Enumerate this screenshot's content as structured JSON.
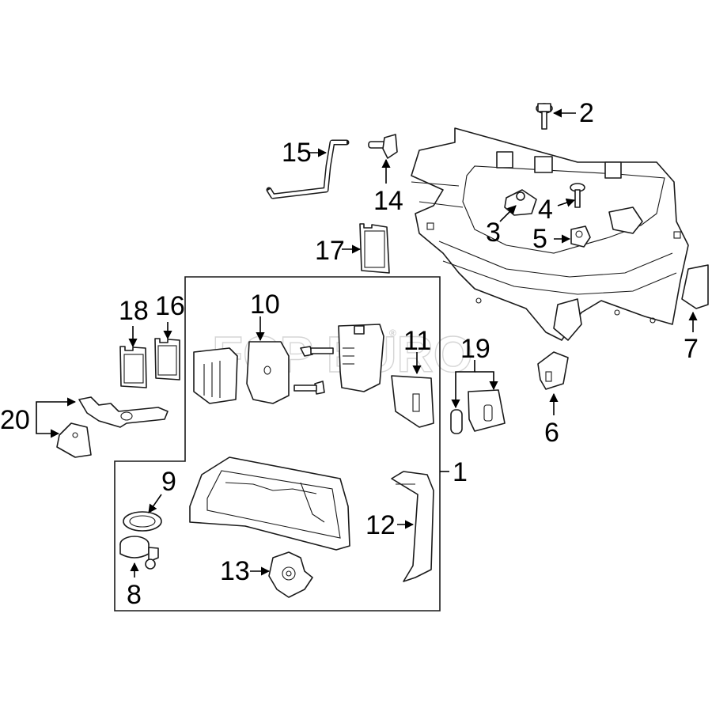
{
  "diagram": {
    "type": "exploded-parts-diagram",
    "subject": "Headlamp assembly and mounting components",
    "watermark": {
      "text": "FCP EURO",
      "registered_mark": "®"
    },
    "group_bracket_label": "1",
    "callouts": [
      {
        "id": "1",
        "label": "1",
        "part": "headlamp-assembly-group"
      },
      {
        "id": "2",
        "label": "2",
        "part": "upper-bolt"
      },
      {
        "id": "3",
        "label": "3",
        "part": "clip-nut"
      },
      {
        "id": "4",
        "label": "4",
        "part": "mounting-bolt"
      },
      {
        "id": "5",
        "label": "5",
        "part": "nut"
      },
      {
        "id": "6",
        "label": "6",
        "part": "lower-bracket"
      },
      {
        "id": "7",
        "label": "7",
        "part": "side-bracket"
      },
      {
        "id": "8",
        "label": "8",
        "part": "bulb-socket"
      },
      {
        "id": "9",
        "label": "9",
        "part": "seal-ring"
      },
      {
        "id": "10",
        "label": "10",
        "part": "cover"
      },
      {
        "id": "11",
        "label": "11",
        "part": "control-module-bracket"
      },
      {
        "id": "12",
        "label": "12",
        "part": "side-trim"
      },
      {
        "id": "13",
        "label": "13",
        "part": "leveling-motor"
      },
      {
        "id": "14",
        "label": "14",
        "part": "vent-tee"
      },
      {
        "id": "15",
        "label": "15",
        "part": "vent-tube"
      },
      {
        "id": "16",
        "label": "16",
        "part": "label-right"
      },
      {
        "id": "17",
        "label": "17",
        "part": "label-upper"
      },
      {
        "id": "18",
        "label": "18",
        "part": "label-left"
      },
      {
        "id": "19",
        "label": "19",
        "part": "ballast-and-grommet"
      },
      {
        "id": "20",
        "label": "20",
        "part": "mounting-brackets"
      }
    ]
  }
}
